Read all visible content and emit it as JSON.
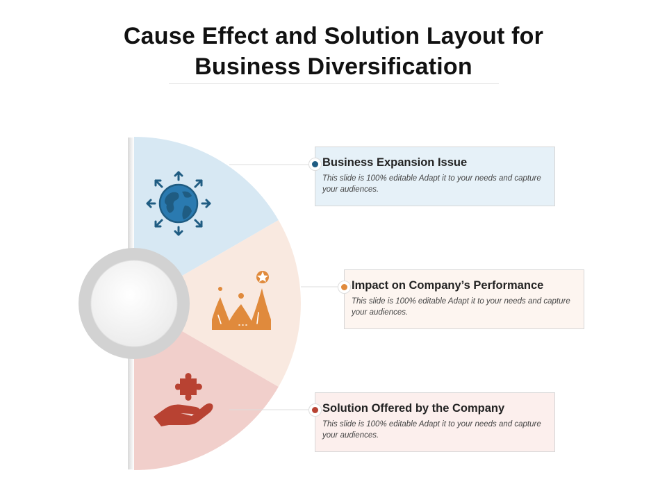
{
  "slide": {
    "title_line1": "Cause Effect and Solution Layout for",
    "title_line2": "Business Diversification"
  },
  "segments": [
    {
      "title": "Business Expansion Issue",
      "description": "This slide is 100% editable Adapt it to your needs and capture your audiences.",
      "icon": "globe-expansion-icon",
      "fill": "#d7e8f3",
      "card_bg": "#e6f1f8",
      "accent": "#1f5c82"
    },
    {
      "title": "Impact on Company’s Performance",
      "description": "This slide is 100% editable Adapt it to your needs and capture your audiences.",
      "icon": "performance-chart-icon",
      "fill": "#f9e9e0",
      "card_bg": "#fdf5f0",
      "accent": "#e08a3c"
    },
    {
      "title": "Solution Offered by the Company",
      "description": "This slide is 100% editable Adapt it to your needs and capture your audiences.",
      "icon": "hand-puzzle-icon",
      "fill": "#f1cfcb",
      "card_bg": "#fcefed",
      "accent": "#b84232"
    }
  ]
}
